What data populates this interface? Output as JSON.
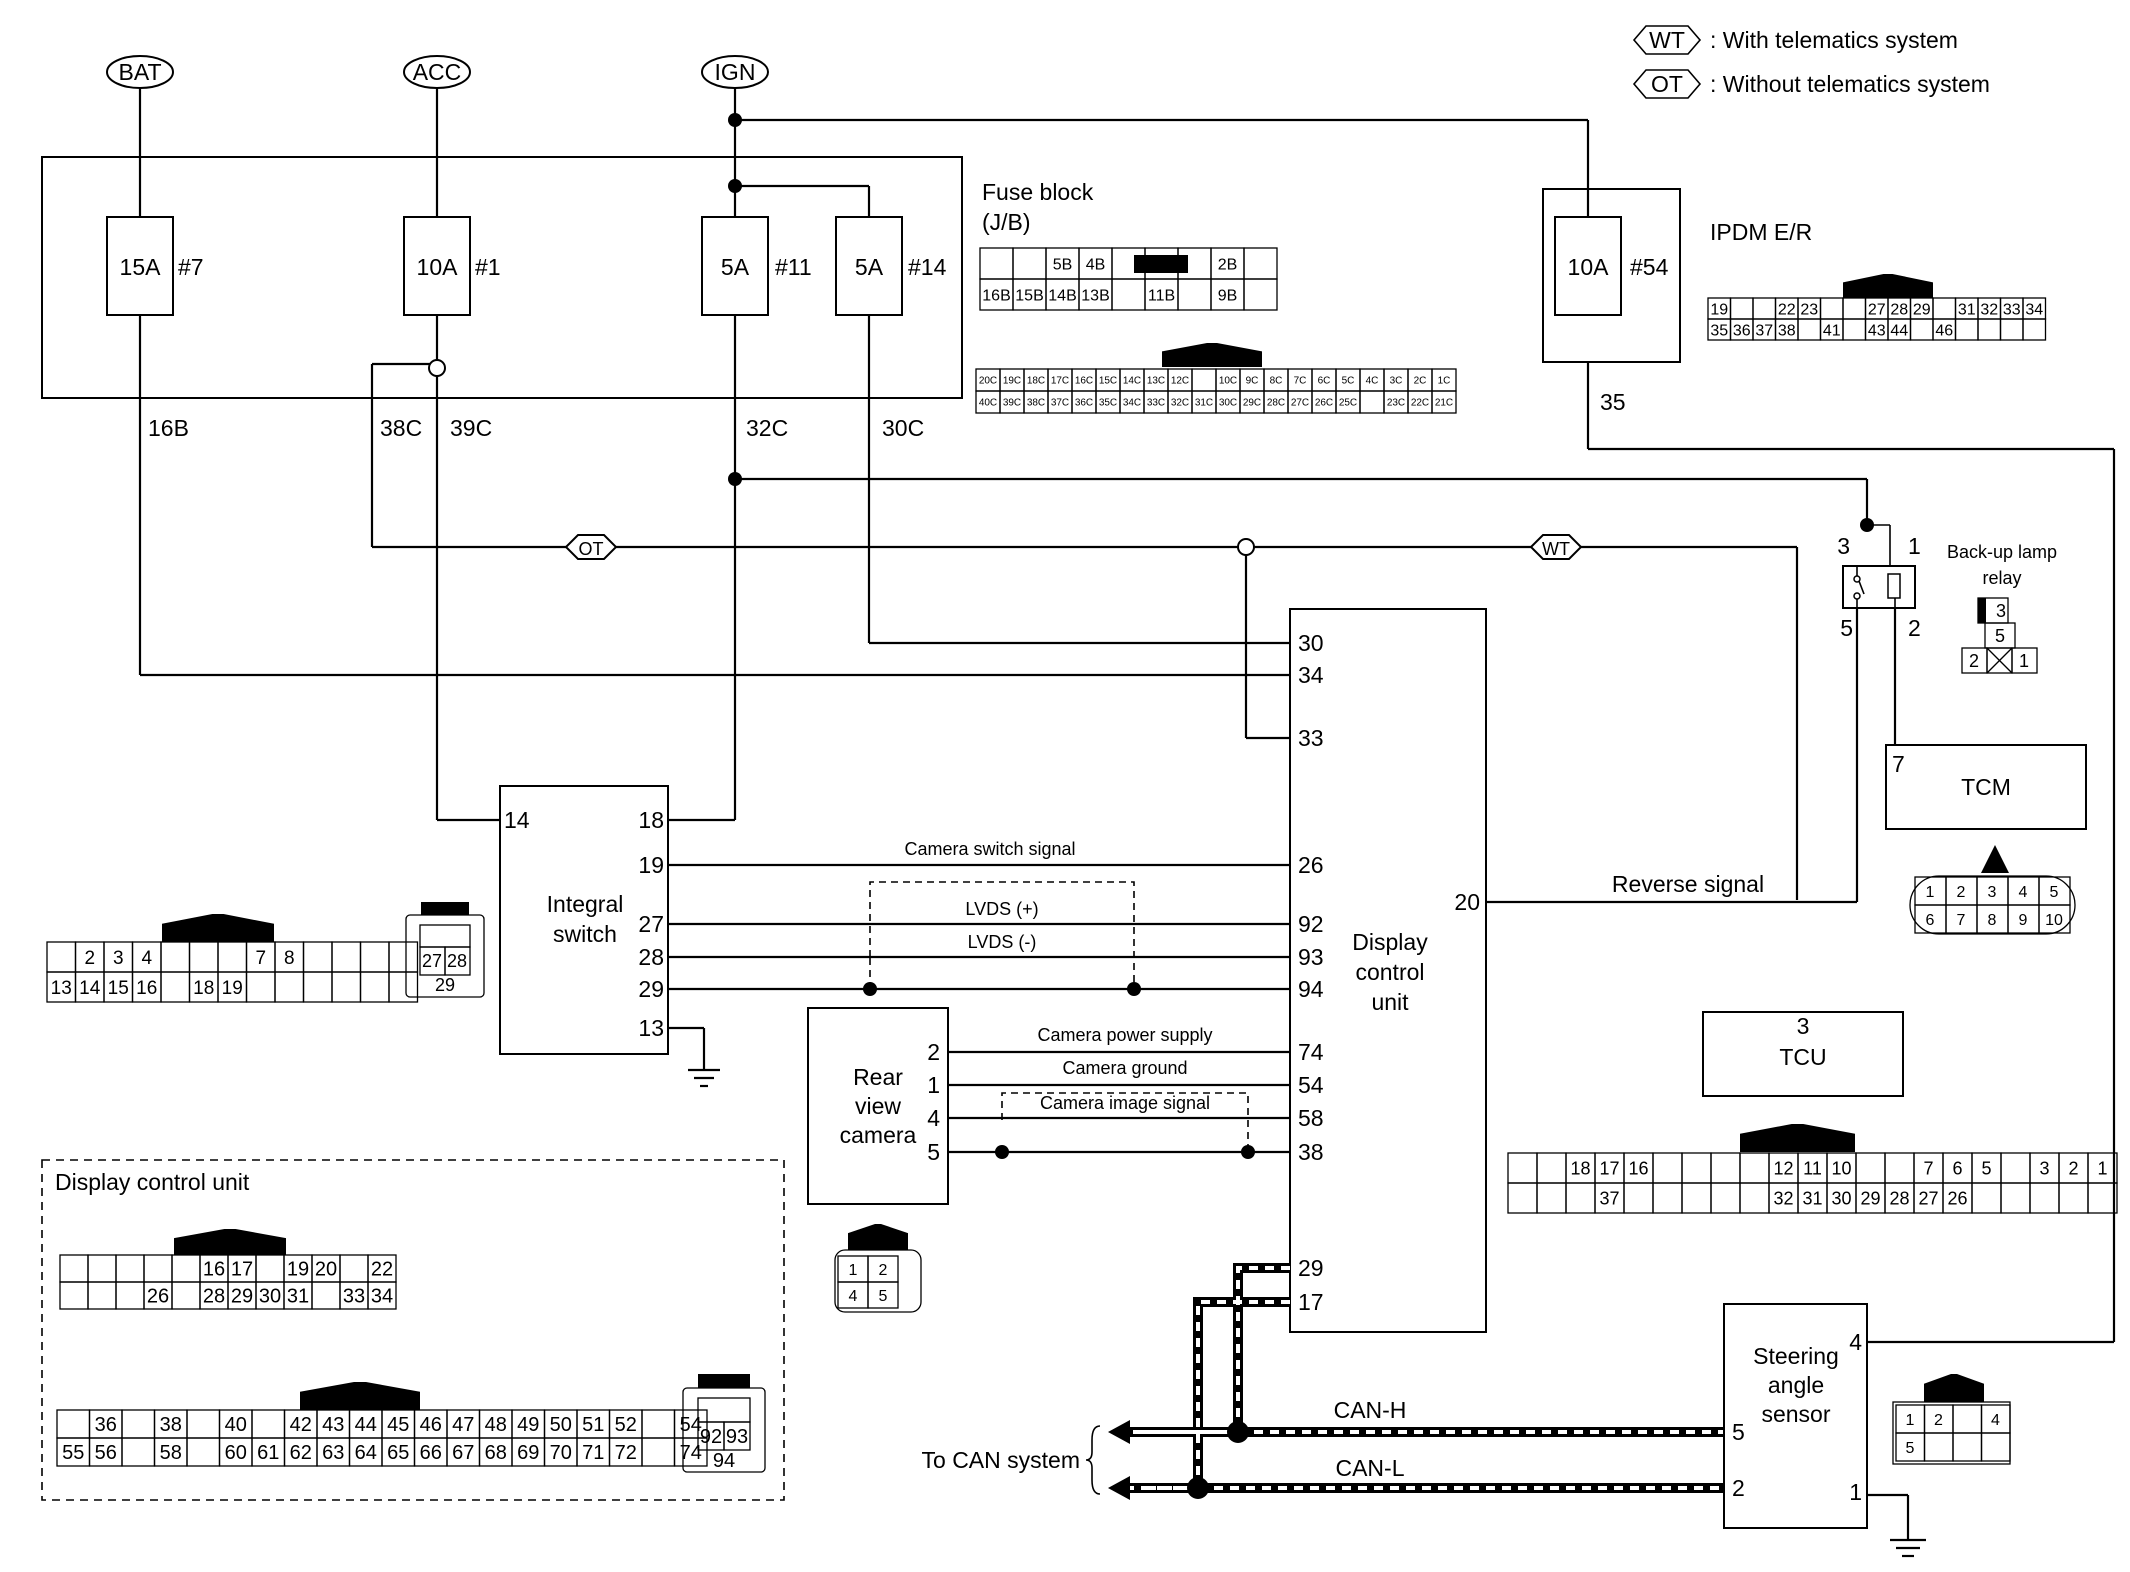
{
  "legend": {
    "wt_tag": "WT",
    "wt_text": ": With telematics system",
    "ot_tag": "OT",
    "ot_text": ": Without telematics system"
  },
  "power": {
    "bat": "BAT",
    "acc": "ACC",
    "ign": "IGN"
  },
  "fuses": {
    "f1_amp": "15A",
    "f1_no": "#7",
    "f2_amp": "10A",
    "f2_no": "#1",
    "f3_amp": "5A",
    "f3_no": "#11",
    "f4_amp": "5A",
    "f4_no": "#14",
    "f5_amp": "10A",
    "f5_no": "#54"
  },
  "fuse_block": {
    "title1": "Fuse block",
    "title2": "(J/B)",
    "row1": [
      "",
      "",
      "5B",
      "4B",
      "",
      "",
      "",
      "2B",
      ""
    ],
    "row2": [
      "16B",
      "15B",
      "14B",
      "13B",
      "",
      "11B",
      "",
      "9B",
      ""
    ],
    "big_row1": [
      "20C",
      "19C",
      "18C",
      "17C",
      "16C",
      "15C",
      "14C",
      "13C",
      "12C",
      "",
      "10C",
      "9C",
      "8C",
      "7C",
      "6C",
      "5C",
      "4C",
      "3C",
      "2C",
      "1C"
    ],
    "big_row2": [
      "40C",
      "39C",
      "38C",
      "37C",
      "36C",
      "35C",
      "34C",
      "33C",
      "32C",
      "31C",
      "30C",
      "29C",
      "28C",
      "27C",
      "26C",
      "25C",
      "",
      "23C",
      "22C",
      "21C"
    ]
  },
  "ipdm": {
    "title": "IPDM E/R",
    "row1": [
      "19",
      "",
      "",
      "22",
      "23",
      "",
      "",
      "27",
      "28",
      "29",
      "",
      "31",
      "32",
      "33",
      "34"
    ],
    "row2": [
      "35",
      "36",
      "37",
      "38",
      "",
      "41",
      "",
      "43",
      "44",
      "",
      "46",
      "",
      "",
      "",
      ""
    ]
  },
  "wire_labels": {
    "w16b": "16B",
    "w38c": "38C",
    "w39c": "39C",
    "w32c": "32C",
    "w30c": "30C",
    "w35": "35",
    "ot": "OT",
    "wt": "WT",
    "camera_switch_signal": "Camera switch signal",
    "lvds_plus": "LVDS (+)",
    "lvds_minus": "LVDS (-)",
    "camera_power_supply": "Camera power supply",
    "camera_ground": "Camera ground",
    "camera_image_signal": "Camera image signal",
    "reverse_signal": "Reverse signal",
    "can_h": "CAN-H",
    "can_l": "CAN-L",
    "to_can_system": "To CAN system"
  },
  "relay": {
    "title1": "Back-up lamp",
    "title2": "relay",
    "pin1": "1",
    "pin2": "2",
    "pin3": "3",
    "pin5": "5",
    "conn_3": "3",
    "conn_5": "5",
    "conn_2": "2",
    "conn_1": "1"
  },
  "tcm": {
    "title": "TCM",
    "pin": "7",
    "conn_row1": [
      "1",
      "2",
      "3",
      "4",
      "5"
    ],
    "conn_row2": [
      "6",
      "7",
      "8",
      "9",
      "10"
    ]
  },
  "tcu": {
    "title": "TCU",
    "pin": "3",
    "row1": [
      "",
      "",
      "18",
      "17",
      "16",
      "",
      "",
      "",
      "",
      "12",
      "11",
      "10",
      "",
      "",
      "7",
      "6",
      "5",
      "",
      "3",
      "2",
      "1"
    ],
    "row2": [
      "",
      "",
      "",
      "37",
      "",
      "",
      "",
      "",
      "",
      "32",
      "31",
      "30",
      "29",
      "28",
      "27",
      "26",
      "",
      "",
      "",
      "",
      ""
    ]
  },
  "integral_switch": {
    "title1": "Integral",
    "title2": "switch",
    "pins": {
      "p14": "14",
      "p18": "18",
      "p19": "19",
      "p27": "27",
      "p28": "28",
      "p29": "29",
      "p13": "13"
    },
    "conn_row1": [
      "",
      "2",
      "3",
      "4",
      "",
      "",
      "",
      "7",
      "8",
      "",
      "",
      "",
      ""
    ],
    "conn_row2": [
      "13",
      "14",
      "15",
      "16",
      "",
      "18",
      "19",
      "",
      "",
      "",
      "",
      "",
      ""
    ],
    "small_conn": [
      "27",
      "28",
      "29"
    ]
  },
  "display_unit": {
    "title1": "Display",
    "title2": "control",
    "title3": "unit",
    "pins": {
      "p30": "30",
      "p34": "34",
      "p33": "33",
      "p26": "26",
      "p92": "92",
      "p93": "93",
      "p94": "94",
      "p74": "74",
      "p54": "54",
      "p58": "58",
      "p38": "38",
      "p29": "29",
      "p17": "17",
      "p20": "20"
    }
  },
  "rear_camera": {
    "title1": "Rear",
    "title2": "view",
    "title3": "camera",
    "pins": {
      "p2": "2",
      "p1": "1",
      "p4": "4",
      "p5": "5"
    },
    "conn": [
      "1",
      "2",
      "4",
      "5"
    ]
  },
  "steering_sensor": {
    "title1": "Steering",
    "title2": "angle",
    "title3": "sensor",
    "pins": {
      "p4": "4",
      "p5": "5",
      "p2": "2",
      "p1": "1"
    },
    "conn_row1": [
      "1",
      "2",
      "",
      "4"
    ],
    "conn_row2": [
      "5",
      "",
      "",
      ""
    ]
  },
  "dcu_connectors": {
    "title": "Display control unit",
    "c1_row1": [
      "",
      "",
      "",
      "",
      "",
      "16",
      "17",
      "",
      "19",
      "20",
      "",
      "22"
    ],
    "c1_row2": [
      "",
      "",
      "",
      "26",
      "",
      "28",
      "29",
      "30",
      "31",
      "",
      "33",
      "34"
    ],
    "c2_row1": [
      "",
      "36",
      "",
      "38",
      "",
      "40",
      "",
      "42",
      "43",
      "44",
      "45",
      "46",
      "47",
      "48",
      "49",
      "50",
      "51",
      "52",
      "",
      "54"
    ],
    "c2_row2": [
      "55",
      "56",
      "",
      "58",
      "",
      "60",
      "61",
      "62",
      "63",
      "64",
      "65",
      "66",
      "67",
      "68",
      "69",
      "70",
      "71",
      "72",
      "",
      "74"
    ],
    "small": [
      "92",
      "93",
      "94"
    ]
  }
}
